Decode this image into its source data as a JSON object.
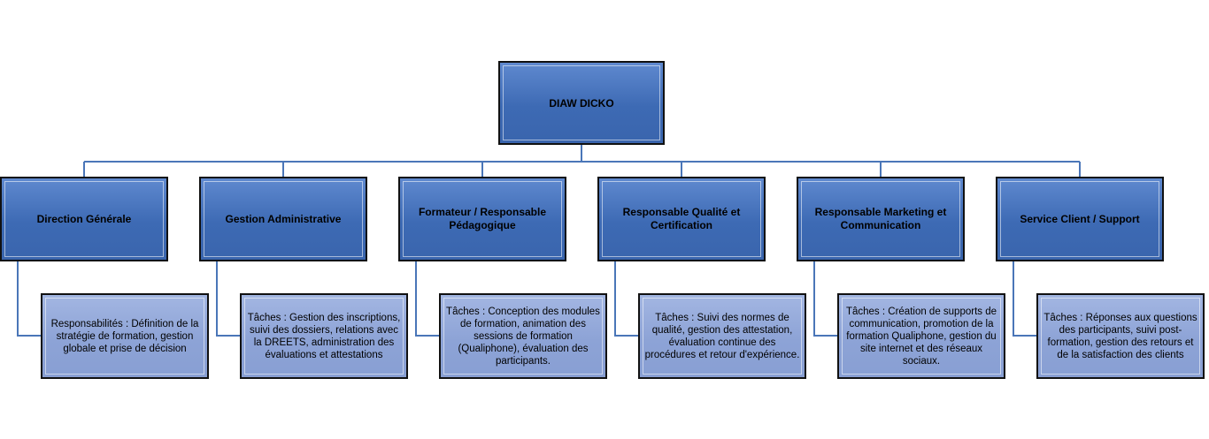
{
  "chart": {
    "root": {
      "label": "DIAW DICKO"
    },
    "departments": [
      {
        "label": "Direction Générale",
        "task": "Responsabilités : Définition de la stratégie de formation, gestion globale et prise de décision"
      },
      {
        "label": "Gestion Administrative",
        "task": "Tâches : Gestion des inscriptions, suivi des dossiers, relations avec la DREETS, administration des évaluations et attestations"
      },
      {
        "label": "Formateur / Responsable Pédagogique",
        "task": "Tâches : Conception des modules de formation, animation des sessions de formation (Qualiphone), évaluation des participants."
      },
      {
        "label": "Responsable Qualité et Certification",
        "task": "Tâches : Suivi des normes de qualité, gestion des attestation, évaluation continue des procédures et retour d'expérience."
      },
      {
        "label": "Responsable Marketing et Communication",
        "task": "Tâches : Création de supports de communication, promotion de la formation Qualiphone, gestion du site internet et des réseaux sociaux."
      },
      {
        "label": "Service Client / Support",
        "task": "Tâches : Réponses aux questions des participants, suivi post-formation, gestion des retours et de la satisfaction des clients"
      }
    ]
  },
  "colors": {
    "node": "#3d6ab4",
    "task_node": "#8da3d6",
    "connector": "#4a76b8",
    "border": "#111111"
  }
}
